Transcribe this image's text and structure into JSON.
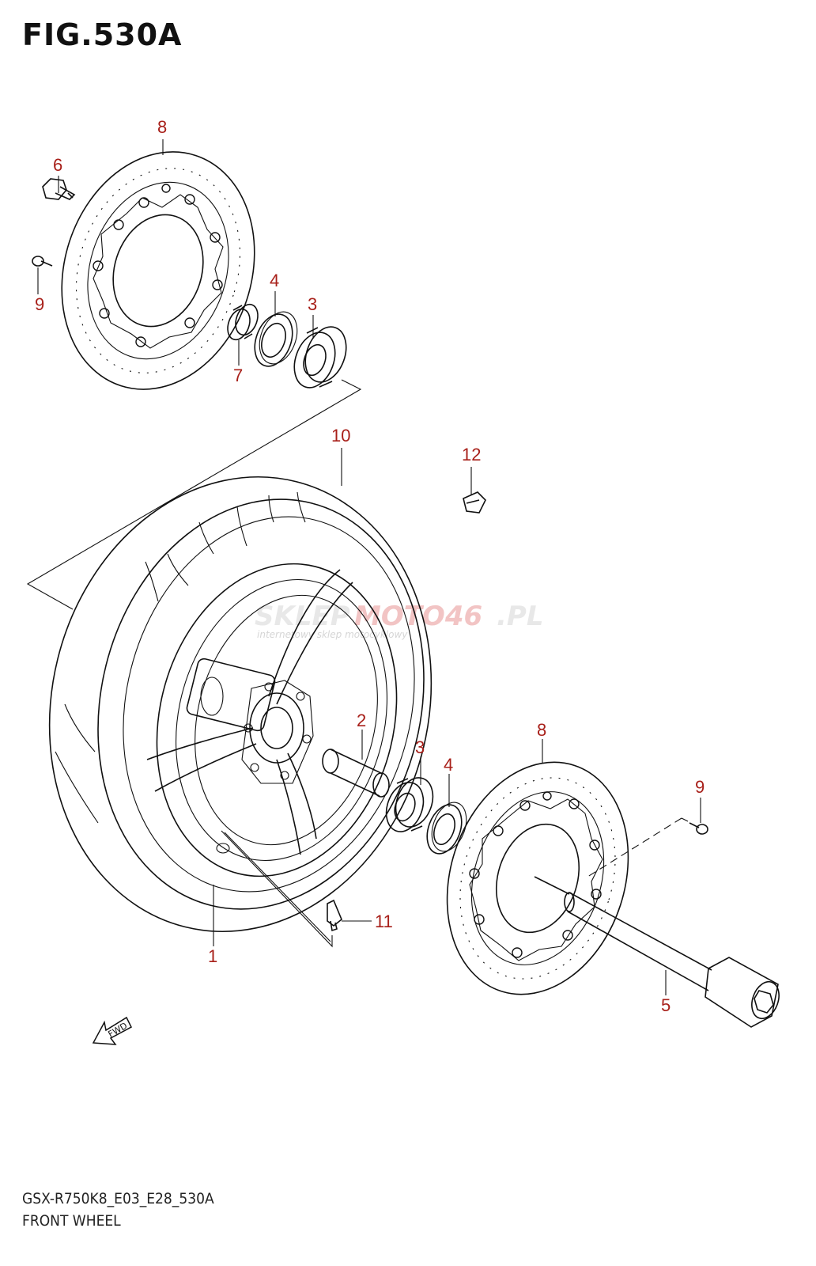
{
  "figure": {
    "title": "FIG.530A",
    "model_code": "GSX-R750K8_E03_E28_530A",
    "section_name": "FRONT WHEEL"
  },
  "watermark": {
    "brand_part1": "SKLEP",
    "brand_part2": "MOTO46",
    "brand_suffix": ".PL",
    "tagline": "internetowy sklep motocyklowy"
  },
  "fwd_label": "FWD",
  "callouts": {
    "c1": "1",
    "c2": "2",
    "c3a": "3",
    "c3b": "3",
    "c4a": "4",
    "c4b": "4",
    "c5": "5",
    "c6": "6",
    "c7": "7",
    "c8a": "8",
    "c8b": "8",
    "c9a": "9",
    "c9b": "9",
    "c10": "10",
    "c11": "11",
    "c12": "12"
  },
  "colors": {
    "callout": "#a8201a",
    "line": "#111111",
    "watermark_red": "#f2c4c4"
  }
}
